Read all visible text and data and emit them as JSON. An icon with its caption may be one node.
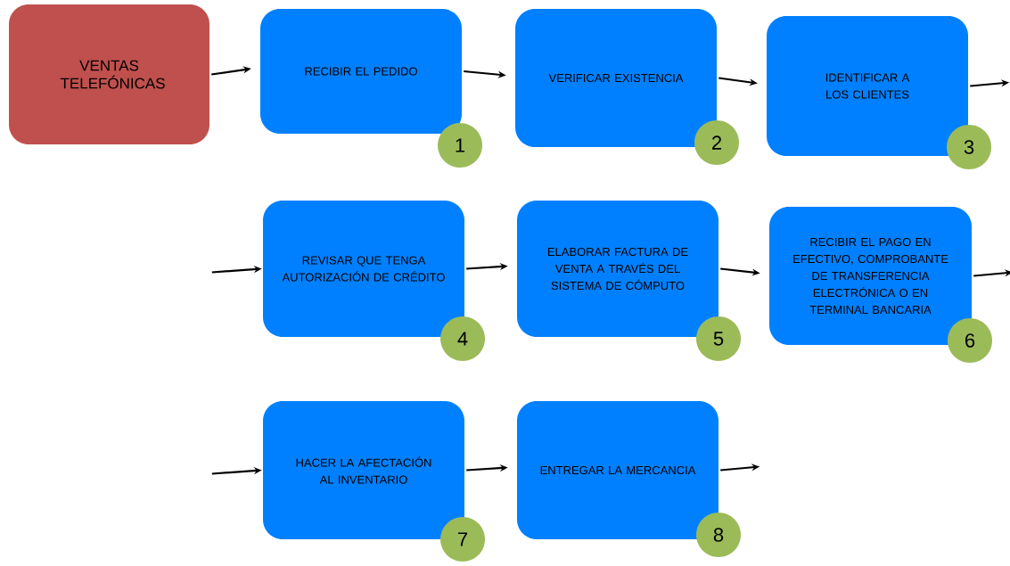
{
  "diagram": {
    "nodes": [
      {
        "text": [
          "VENTAS TELEFÓNICAS"
        ]
      },
      {
        "text": [
          "RECIBIR EL PEDIDO"
        ]
      },
      {
        "text": [
          "VERIFICAR EXISTENCIA"
        ]
      },
      {
        "text": [
          "IDENTIFICAR A LOS CLIENTES"
        ]
      },
      {
        "text": [
          "REVISAR QUE TENGA AUTORIZACIÓN DE CRÉDITO"
        ]
      },
      {
        "text": [
          "ELABORAR FACTURA DE VENTA A TRAVÉS DEL SISTEMA DE CÓMPUTO"
        ]
      },
      {
        "text": [
          "RECIBIR EL PAGO EN EFECTIVO, COMPROBANTE DE TRANSFERENCIA ELECTRÓNICA O EN TERMINAL BANCARIA"
        ]
      },
      {
        "text": [
          "HACER LA AFECTACIÓN AL INVENTARIO"
        ]
      },
      {
        "text": [
          "ENTREGAR LA MERCANCIA"
        ]
      },
      {
        "text": [
          "1"
        ]
      },
      {
        "text": [
          "2"
        ]
      },
      {
        "text": [
          "3"
        ]
      },
      {
        "text": [
          "4"
        ]
      },
      {
        "text": [
          "5"
        ]
      },
      {
        "text": [
          "6"
        ]
      },
      {
        "text": [
          "7"
        ]
      },
      {
        "text": [
          "8"
        ]
      }
    ],
    "edges": [
      {
        "from": 0,
        "to": 1,
        "arrow": "to"
      },
      {
        "from": 1,
        "to": 2,
        "arrow": "to"
      },
      {
        "from": 2,
        "to": 3,
        "arrow": "to"
      },
      {
        "from": 3,
        "to": null,
        "arrow": "to"
      },
      {
        "from": null,
        "to": 4,
        "arrow": "to"
      },
      {
        "from": 4,
        "to": 5,
        "arrow": "to"
      },
      {
        "from": 5,
        "to": 6,
        "arrow": "to"
      },
      {
        "from": 6,
        "to": null,
        "arrow": "to"
      },
      {
        "from": null,
        "to": 7,
        "arrow": "to"
      },
      {
        "from": 7,
        "to": 8,
        "arrow": "to"
      },
      {
        "from": 8,
        "to": null,
        "arrow": "to"
      }
    ]
  }
}
